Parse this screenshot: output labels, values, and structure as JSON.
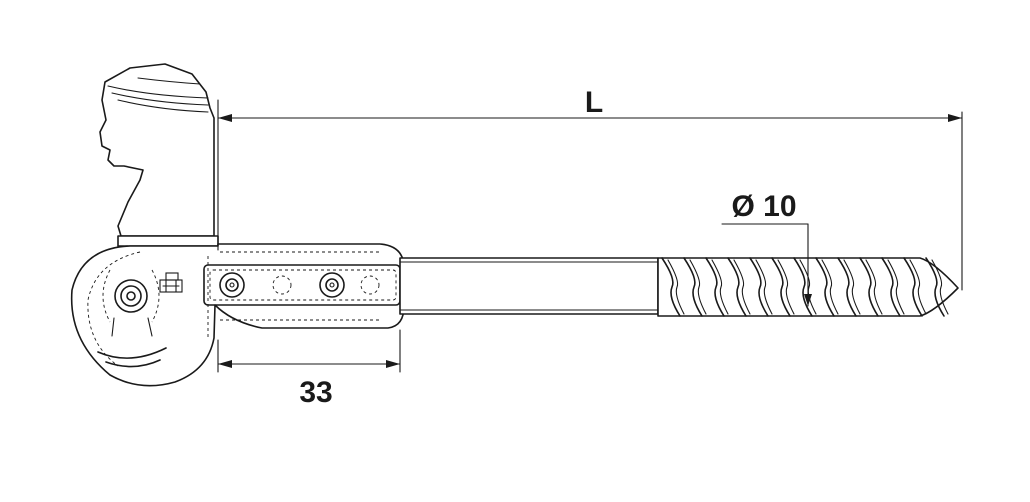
{
  "dimensions": {
    "overall_length": "L",
    "diameter": "Ø 10",
    "plate_length": "33"
  }
}
